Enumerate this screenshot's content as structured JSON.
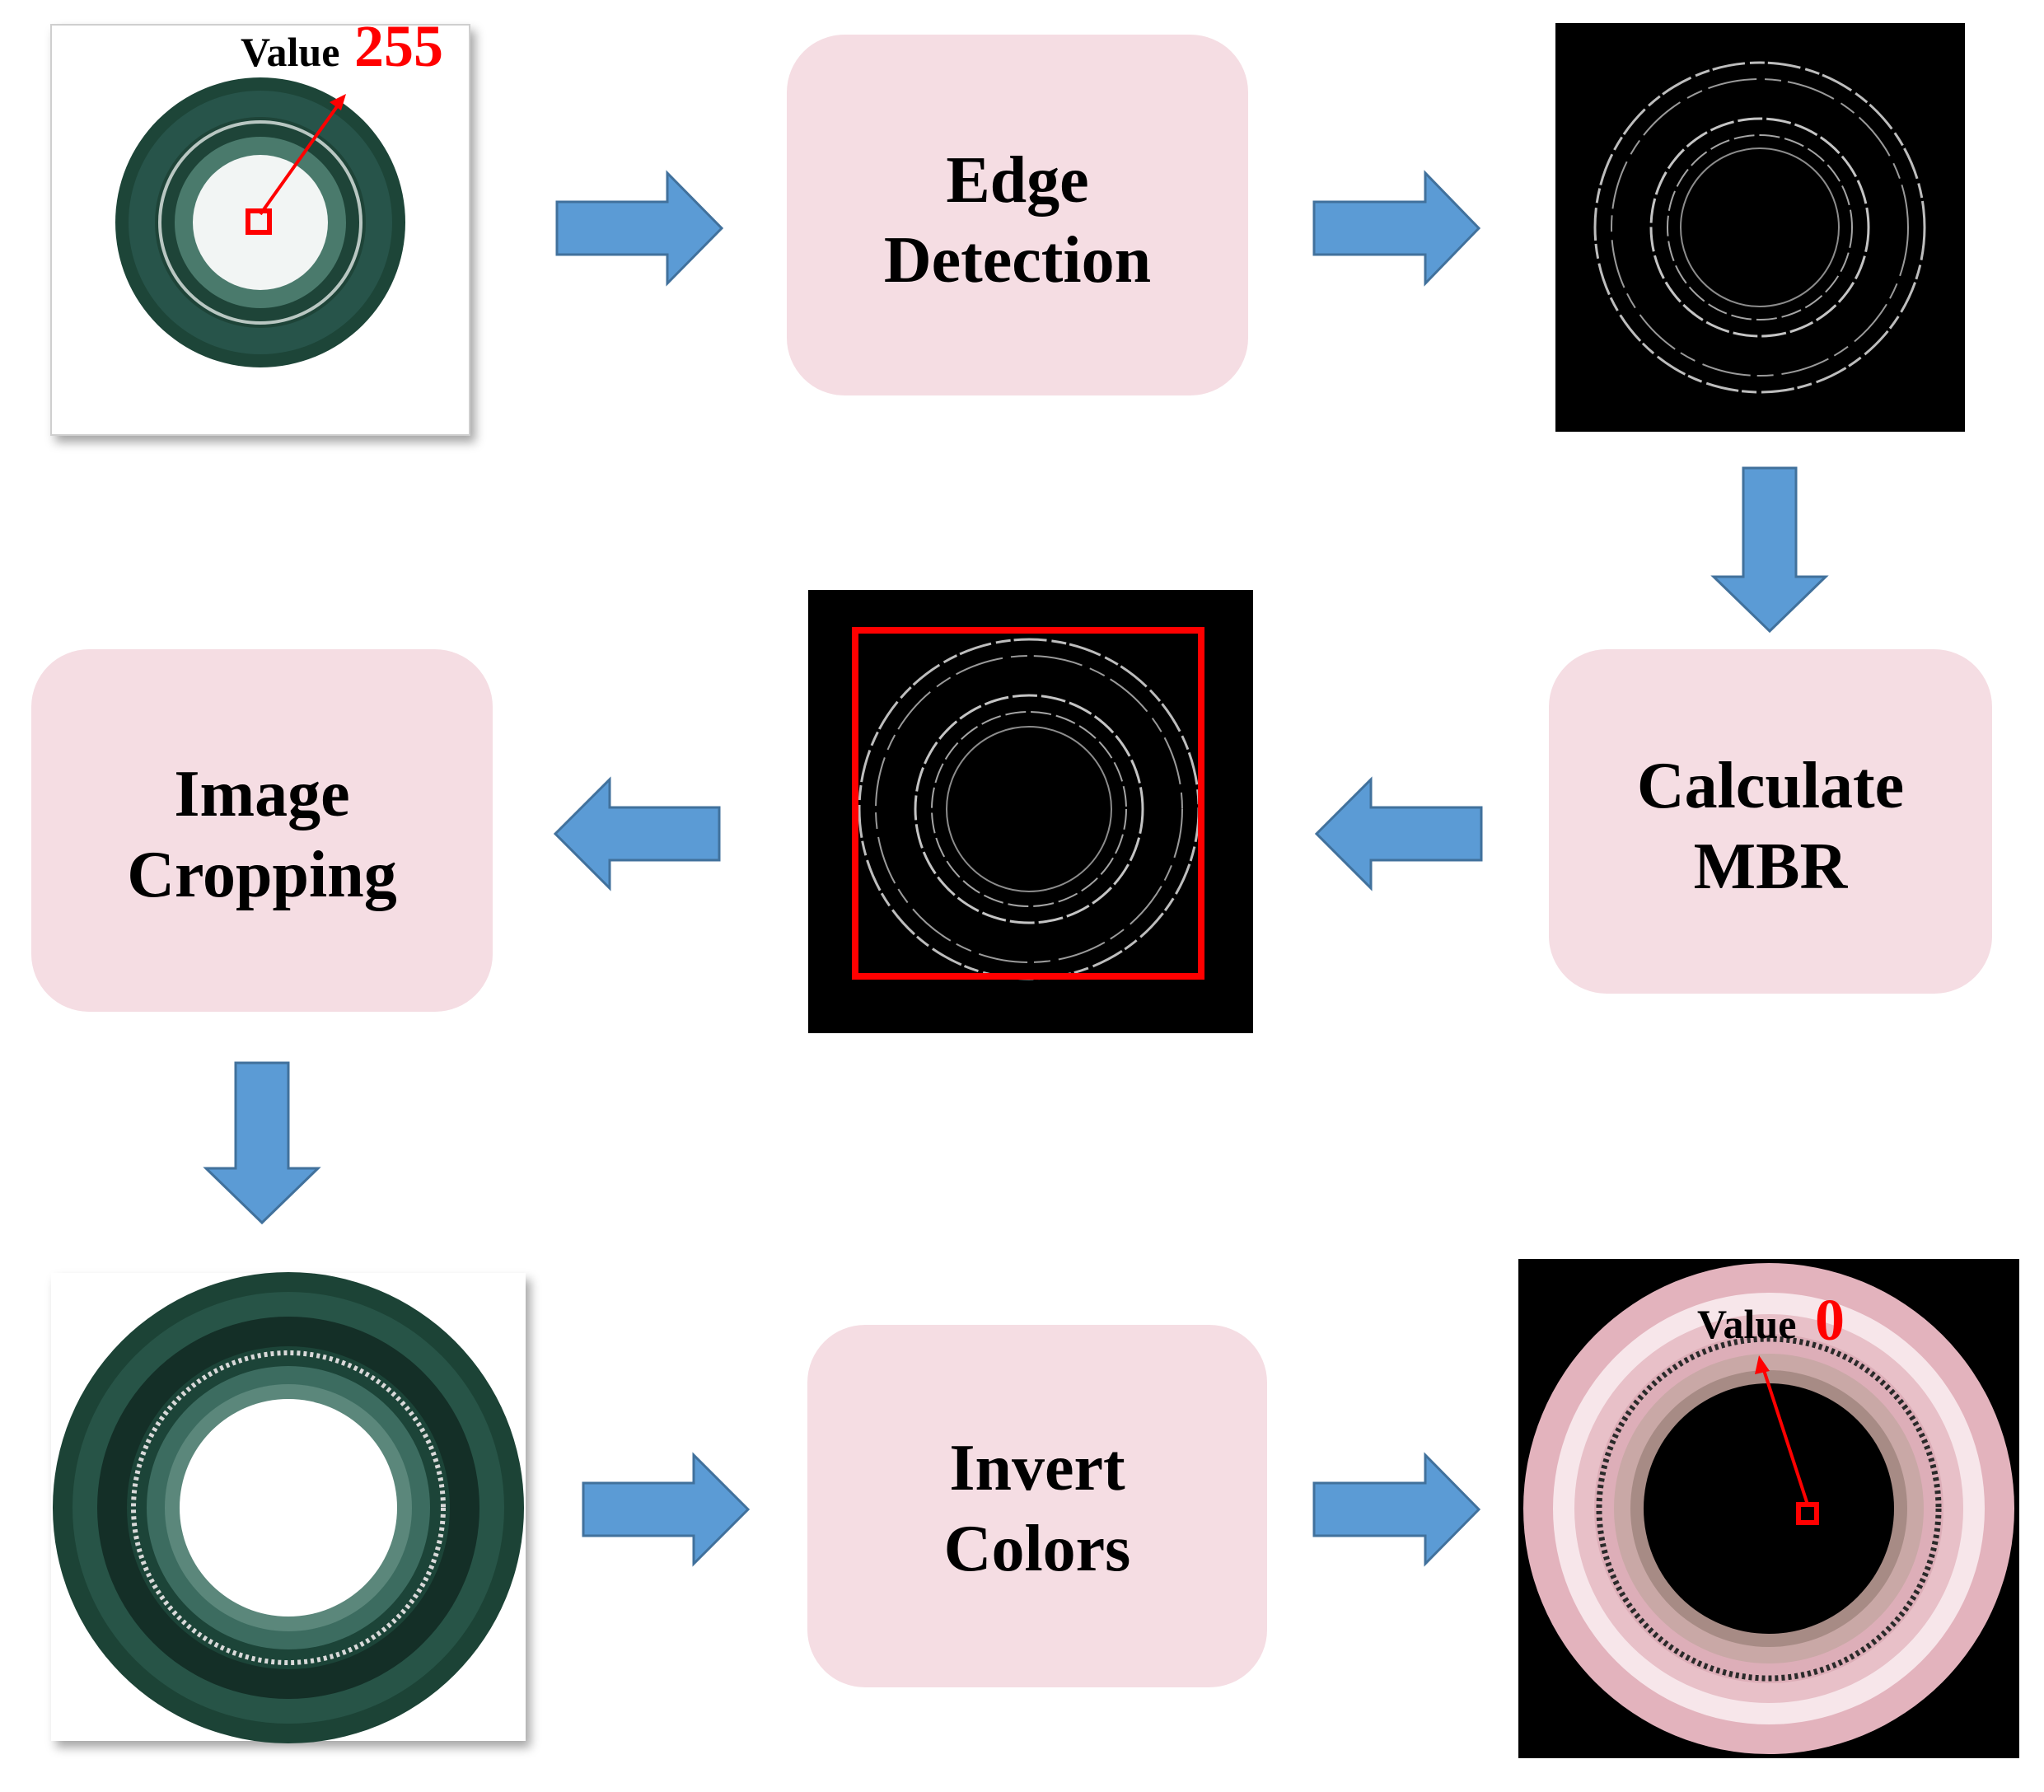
{
  "steps": {
    "edge_detection": {
      "line1": "Edge",
      "line2": "Detection"
    },
    "calculate_mbr": {
      "line1": "Calculate",
      "line2": "MBR"
    },
    "image_cropping": {
      "line1": "Image",
      "line2": "Cropping"
    },
    "invert_colors": {
      "line1": "Invert",
      "line2": "Colors"
    }
  },
  "annotations": {
    "input": {
      "label": "Value",
      "value": "255"
    },
    "output": {
      "label": "Value",
      "value": "0"
    }
  },
  "colors": {
    "step_box": "#f5dde3",
    "arrow_fill": "#5b9bd5",
    "arrow_stroke": "#41719c",
    "highlight": "#ff0000",
    "seal_green": "#1f4a3c",
    "inverted_pink": "#e6b4be"
  }
}
